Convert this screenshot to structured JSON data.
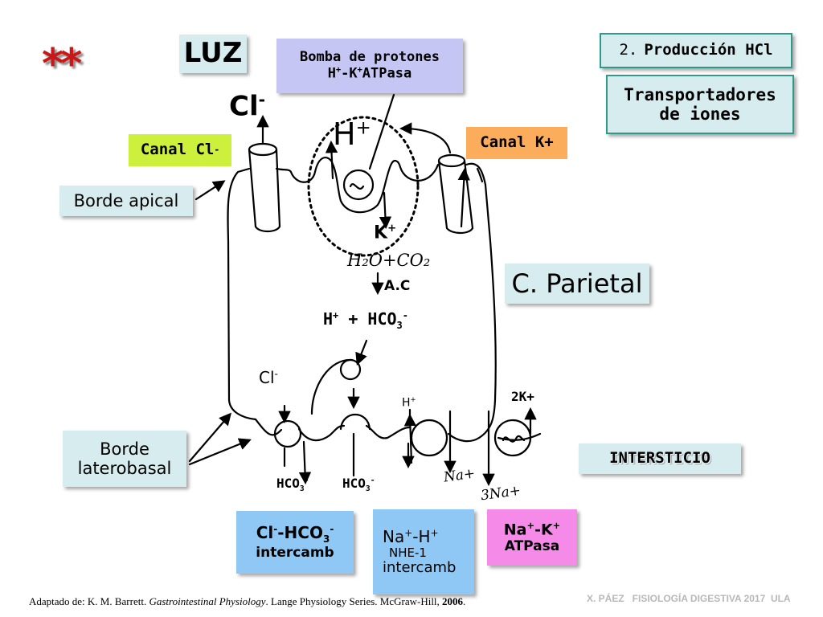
{
  "stars": "**",
  "luz": "LUZ",
  "bomba": {
    "line1": "Bomba de protones",
    "line2_pre": "H",
    "line2_sup1": "+",
    "line2_mid": "-K",
    "line2_sup2": "+",
    "line2_post": "ATPasa"
  },
  "produccion": {
    "num": "2.",
    "text": "Producción HCl"
  },
  "transportadores": {
    "line1": "Transportadores",
    "line2": "de iones"
  },
  "cl_top": {
    "base": "Cl",
    "sup": "-"
  },
  "h_top": {
    "base": "H",
    "sup": "+"
  },
  "canal_cl": {
    "text": "Canal Cl",
    "sup": "-"
  },
  "canal_k": {
    "text": "Canal K+"
  },
  "borde_apical": "Borde apical",
  "k_inner": {
    "base": "K",
    "sup": "+"
  },
  "h2o_co2": "H₂O+CO₂",
  "ac": "A.C",
  "reaction": {
    "h": "H",
    "h_sup": "+",
    "plus": "+ HCO",
    "sub": "3",
    "sup": "-"
  },
  "parietal": "C. Parietal",
  "cl_basal": {
    "base": "Cl",
    "sup": "-"
  },
  "h_basal": {
    "base": "H",
    "sup": "+"
  },
  "k2_basal": "2K+",
  "borde_laterobasal": {
    "line1": "Borde",
    "line2": "laterobasal"
  },
  "intersticio": "INTERSTICIO",
  "hco3_a": {
    "base": "HCO",
    "sub": "3",
    "sup": "-"
  },
  "hco3_b": {
    "base": "HCO",
    "sub": "3",
    "sup": "-"
  },
  "na_hand": "Na+",
  "na3_hand": "3Na+",
  "cl_hco3": {
    "cl": "Cl",
    "cl_sup": "-",
    "mid": "-HCO",
    "sub": "3",
    "sup": "-",
    "line2": "intercamb"
  },
  "na_h": {
    "na": "Na",
    "na_sup": "+",
    "mid": "-H",
    "h_sup": "+",
    "line2": "NHE-1",
    "line3": "intercamb"
  },
  "na_k": {
    "na": "Na",
    "na_sup": "+",
    "mid": "-K",
    "k_sup": "+",
    "line2": "ATPasa"
  },
  "citation": {
    "pre": "Adaptado de: K. M. Barrett. ",
    "italic": "Gastrointestinal Physiology",
    "post": ". Lange Physiology Series. McGraw-Hill, ",
    "year": "2006",
    "end": "."
  },
  "footer": "X. PÁEZ   FISIOLOGÍA DIGESTIVA 2017  ULA",
  "colors": {
    "teal": "#d6ecee",
    "green": "#ccf03c",
    "orange": "#fbad5c",
    "lavender": "#c6c6f4",
    "blue": "#8fc8f4",
    "pink": "#f58ae8",
    "stars": "#c81818",
    "border_teal": "#2f9a8a"
  }
}
